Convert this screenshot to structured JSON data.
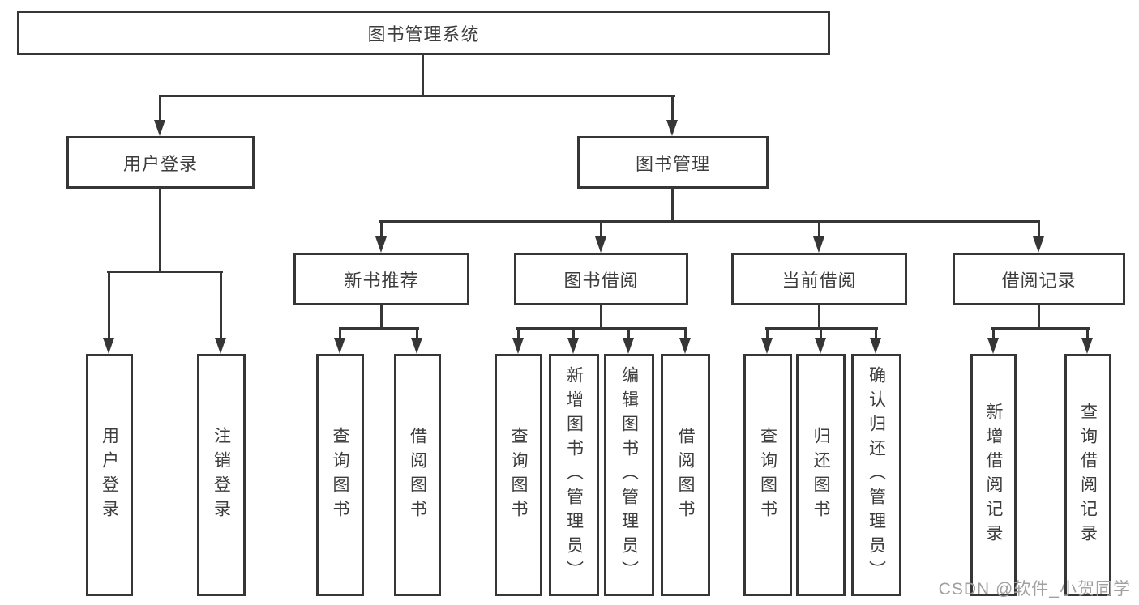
{
  "diagram": {
    "type": "hierarchy-diagram",
    "colors": {
      "line": "#363636",
      "box_border": "#363636",
      "text": "#3d3d3d",
      "watermark": "#a0a0a0",
      "background": "#ffffff"
    }
  },
  "tree": {
    "root": {
      "label": "图书管理系统",
      "children": [
        {
          "label": "用户登录",
          "children": [
            {
              "label": "用户登录"
            },
            {
              "label": "注销登录"
            }
          ]
        },
        {
          "label": "图书管理",
          "children": [
            {
              "label": "新书推荐",
              "children": [
                {
                  "label": "查询图书"
                },
                {
                  "label": "借阅图书"
                }
              ]
            },
            {
              "label": "图书借阅",
              "children": [
                {
                  "label": "查询图书"
                },
                {
                  "label": "新增图书（管理员）"
                },
                {
                  "label": "编辑图书（管理员）"
                },
                {
                  "label": "借阅图书"
                }
              ]
            },
            {
              "label": "当前借阅",
              "children": [
                {
                  "label": "查询图书"
                },
                {
                  "label": "归还图书"
                },
                {
                  "label": "确认归还（管理员）"
                }
              ]
            },
            {
              "label": "借阅记录",
              "children": [
                {
                  "label": "新增借阅记录"
                },
                {
                  "label": "查询借阅记录"
                }
              ]
            }
          ]
        }
      ]
    }
  },
  "watermark": {
    "text": "CSDN @软件_小贺同学"
  }
}
